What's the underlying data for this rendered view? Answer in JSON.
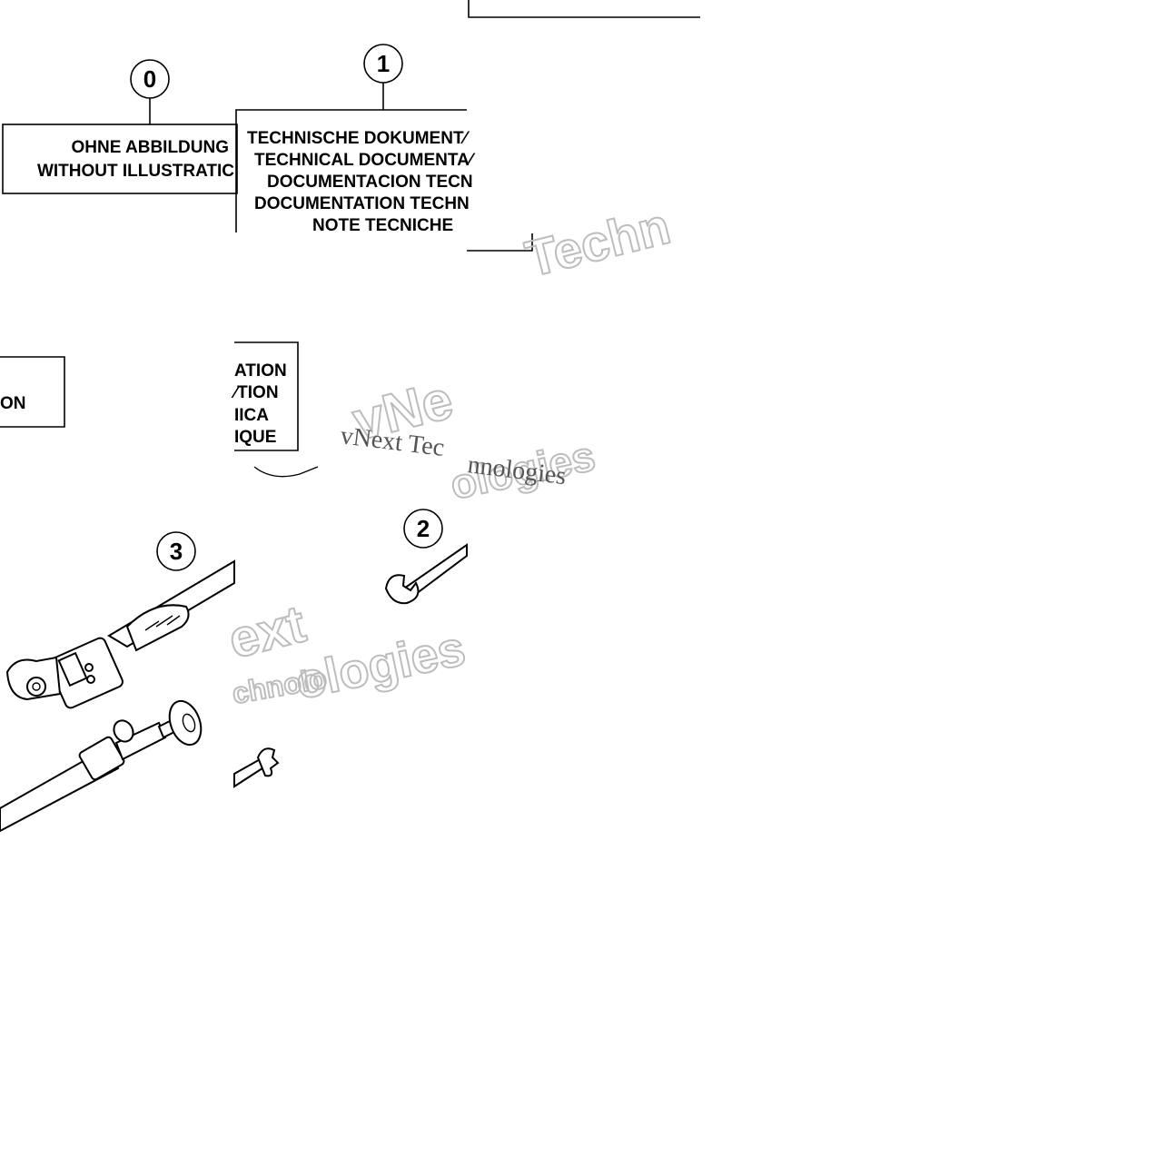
{
  "callouts": [
    {
      "id": "0",
      "lines": [
        "OHNE ABBILDUNG",
        "WITHOUT ILLUSTRATIC"
      ]
    },
    {
      "id": "1",
      "lines": [
        "TECHNISCHE DOKUMENT⁄",
        "TECHNICAL DOCUMENTA⁄",
        "DOCUMENTACION TECN",
        "DOCUMENTATION TECHN",
        "NOTE TECNICHE"
      ]
    },
    {
      "id": "2",
      "lines": []
    },
    {
      "id": "3",
      "lines": []
    }
  ],
  "fragments": {
    "left_box_text": "ON",
    "mid_box_lines": [
      "ATION",
      "⁄TION",
      "IICA",
      "IQUE"
    ]
  },
  "watermark": {
    "serif_top": "vNext Tec",
    "serif_bottom": "nnologies",
    "outline_1": "Techn",
    "outline_2": "vNe",
    "outline_3": "ologies",
    "outline_4": "ext",
    "outline_5": "ologies",
    "outline_6": "chnolo"
  }
}
